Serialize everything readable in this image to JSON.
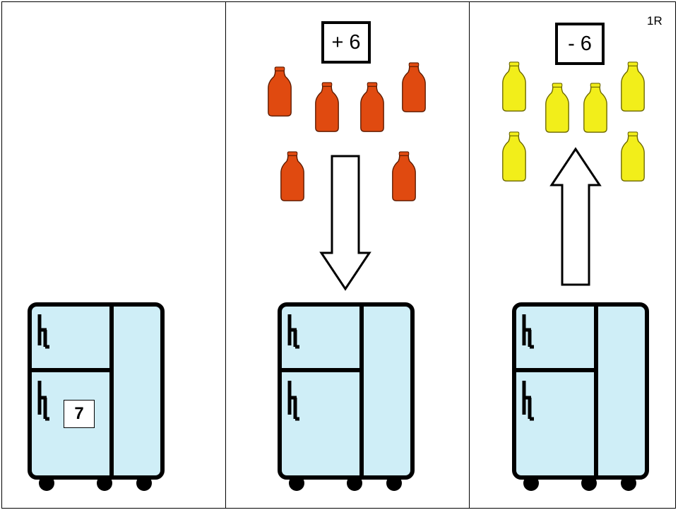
{
  "page_label": "1R",
  "panels": [
    {
      "fridge_count": "7"
    },
    {
      "operation": "+ 6",
      "bottle_color": "#e04a10",
      "bottle_count": 6,
      "arrow": "down"
    },
    {
      "operation": "- 6",
      "bottle_color": "#f2ee1a",
      "bottle_count": 6,
      "arrow": "up"
    }
  ],
  "colors": {
    "fridge_body": "#cfeef7",
    "outline": "#000000"
  }
}
